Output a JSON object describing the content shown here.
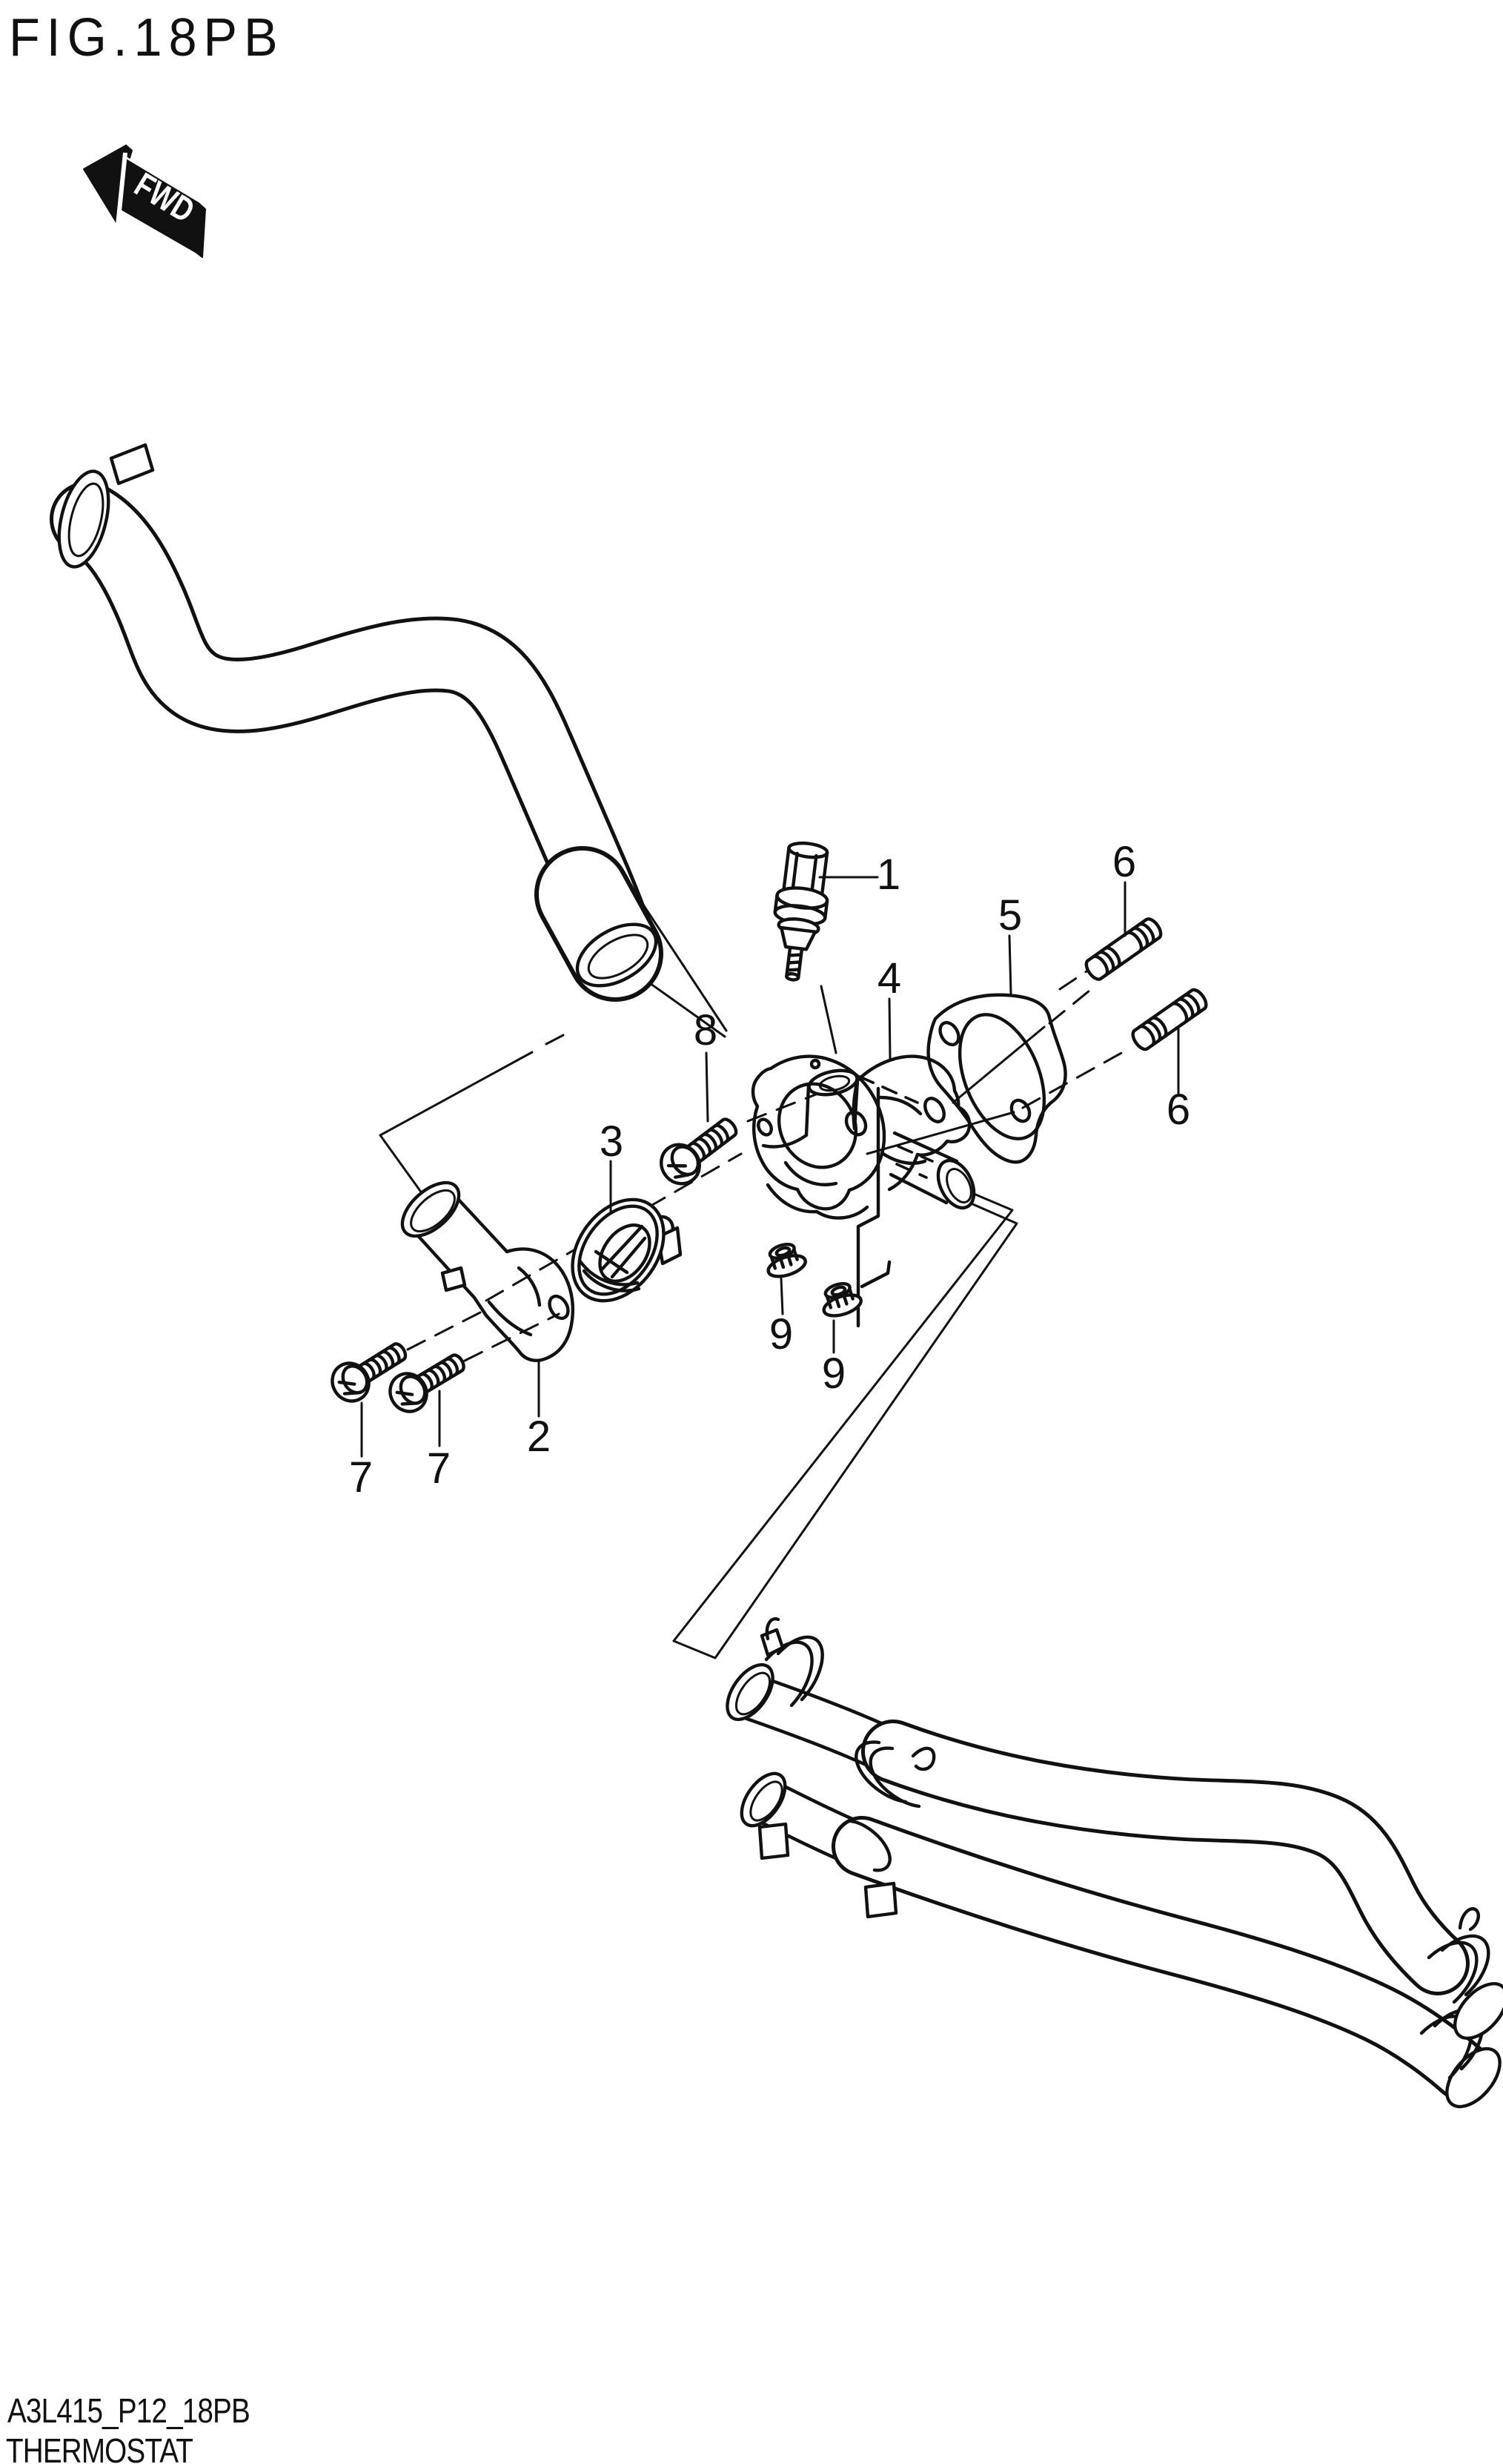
{
  "title": "FIG.18PB",
  "direction_badge": {
    "label": "FWD"
  },
  "footer": {
    "code": "A3L415_P12_18PB",
    "name": "THERMOSTAT"
  },
  "colors": {
    "ink": "#111111",
    "background": "#ffffff"
  },
  "callouts": [
    {
      "part": "water-temperature-sensor",
      "text": "1"
    },
    {
      "part": "water-outlet-cap",
      "text": "4"
    },
    {
      "part": "thermostat-gasket",
      "text": "5"
    },
    {
      "part": "stud-bolt-upper",
      "text": "6"
    },
    {
      "part": "stud-bolt-lower",
      "text": "6"
    },
    {
      "part": "outlet-cap-bolt",
      "text": "8"
    },
    {
      "part": "thermostat",
      "text": "3"
    },
    {
      "part": "water-inlet-pipe",
      "text": "2"
    },
    {
      "part": "inlet-bolt-left",
      "text": "7"
    },
    {
      "part": "inlet-bolt-right",
      "text": "7"
    },
    {
      "part": "flange-nut-left",
      "text": "9"
    },
    {
      "part": "flange-nut-right",
      "text": "9"
    }
  ]
}
